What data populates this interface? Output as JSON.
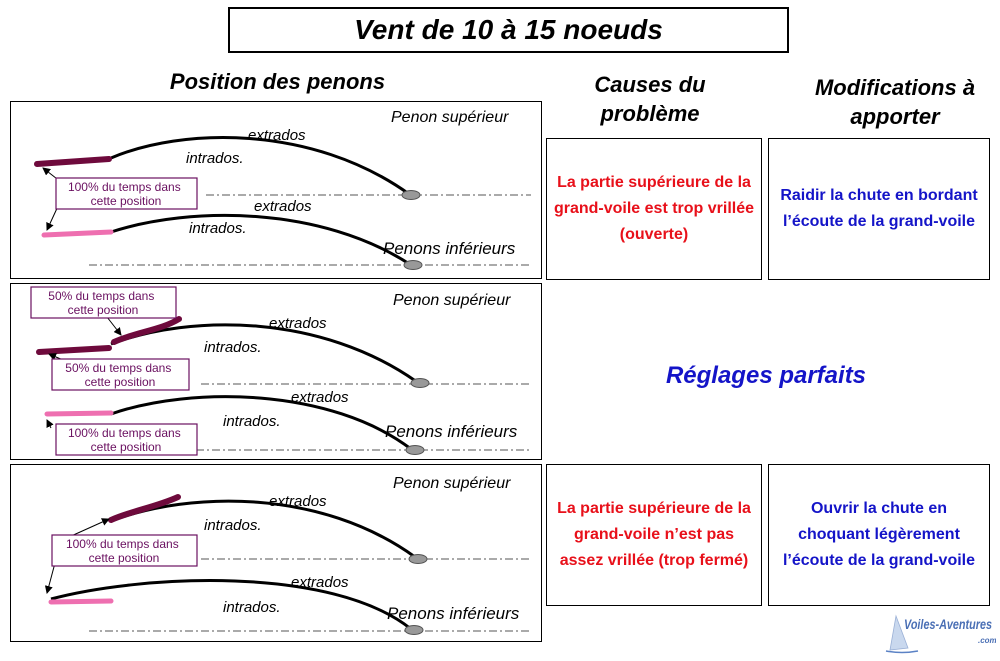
{
  "title": "Vent de 10 à 15 noeuds",
  "headers": {
    "position": "Position des penons",
    "causes": "Causes du problème",
    "modifications": "Modifications à apporter"
  },
  "labels": {
    "upper": "Penon supérieur",
    "lower": "Penons inférieurs",
    "extrados": "extrados",
    "intrados": "intrados."
  },
  "rows": [
    {
      "annotations": [
        "100% du temps dans cette position"
      ],
      "cause": "La partie supérieure de la grand-voile est trop vrillée (ouverte)",
      "modification": "Raidir la chute en bordant l’écoute de la grand-voile"
    },
    {
      "annotations": [
        "50% du temps dans cette position",
        "50% du temps dans cette position",
        "100% du temps dans cette position"
      ],
      "perfect": "Réglages parfaits"
    },
    {
      "annotations": [
        "100% du temps dans cette position"
      ],
      "cause": "La partie supérieure de la grand-voile n’est pas assez vrillée (trop fermé)",
      "modification": "Ouvrir la chute en choquant légèrement l’écoute de la grand-voile"
    }
  ],
  "logo": {
    "text": "Voiles-Aventures",
    "suffix": ".com"
  },
  "colors": {
    "dark_penon": "#6e0a3c",
    "light_penon": "#ee6fb0",
    "cause": "#e8101a",
    "modification": "#1414c8",
    "annotation_border": "#6a1060"
  }
}
